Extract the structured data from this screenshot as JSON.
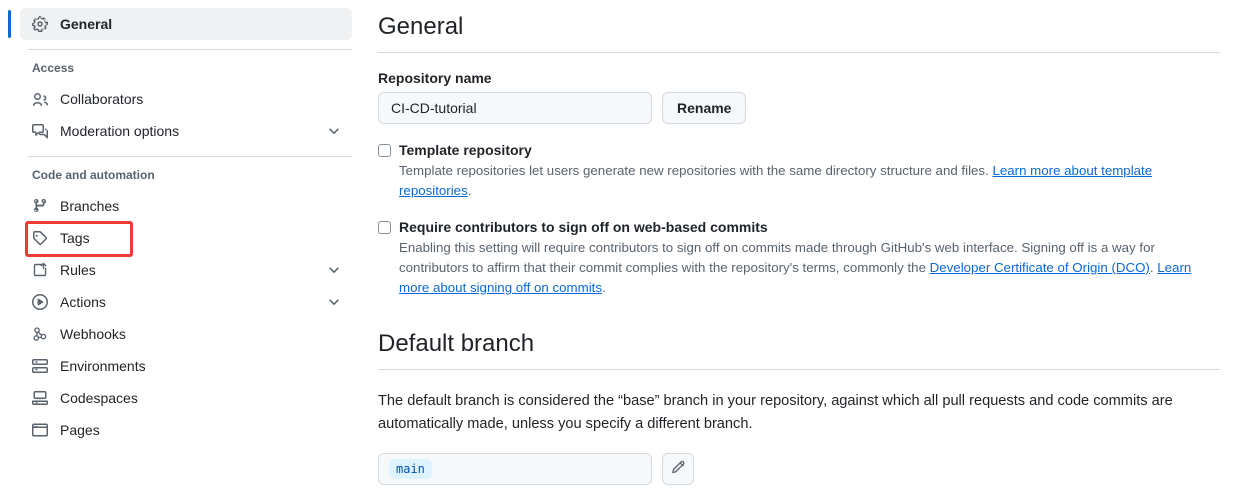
{
  "sidebar": {
    "primary": [
      {
        "label": "General",
        "icon": "gear-icon",
        "active": true,
        "chevron": false
      }
    ],
    "groups": [
      {
        "title": "Access",
        "items": [
          {
            "label": "Collaborators",
            "icon": "people-icon",
            "chevron": false
          },
          {
            "label": "Moderation options",
            "icon": "comment-discussion-icon",
            "chevron": true
          }
        ]
      },
      {
        "title": "Code and automation",
        "items": [
          {
            "label": "Branches",
            "icon": "git-branch-icon",
            "chevron": false,
            "highlighted": true
          },
          {
            "label": "Tags",
            "icon": "tag-icon",
            "chevron": false
          },
          {
            "label": "Rules",
            "icon": "rules-icon",
            "chevron": true
          },
          {
            "label": "Actions",
            "icon": "play-icon",
            "chevron": true
          },
          {
            "label": "Webhooks",
            "icon": "webhook-icon",
            "chevron": false
          },
          {
            "label": "Environments",
            "icon": "server-icon",
            "chevron": false
          },
          {
            "label": "Codespaces",
            "icon": "codespaces-icon",
            "chevron": false
          },
          {
            "label": "Pages",
            "icon": "browser-icon",
            "chevron": false
          }
        ]
      }
    ],
    "annotation_color": "#f03a33"
  },
  "main": {
    "general": {
      "heading": "General",
      "repository_name_label": "Repository name",
      "repository_name_value": "CI-CD-tutorial",
      "repository_name_placeholder": "Repository name",
      "rename_button": "Rename",
      "template_repository": {
        "title": "Template repository",
        "checked": false,
        "description_before": "Template repositories let users generate new repositories with the same directory structure and files. ",
        "link_text": "Learn more about template repositories",
        "description_after": "."
      },
      "signoff": {
        "title": "Require contributors to sign off on web-based commits",
        "checked": false,
        "description_1": "Enabling this setting will require contributors to sign off on commits made through GitHub's web interface. Signing off is a way for contributors to affirm that their commit complies with the repository's terms, commonly the ",
        "link_1": "Developer Certificate of Origin (DCO)",
        "description_2": ". ",
        "link_2": "Learn more about signing off on commits",
        "description_3": "."
      }
    },
    "default_branch": {
      "heading": "Default branch",
      "description": "The default branch is considered the “base” branch in your repository, against which all pull requests and code commits are automatically made, unless you specify a different branch.",
      "branch_name": "main",
      "edit_icon": "pencil-icon"
    }
  },
  "colors": {
    "accent": "#0969da",
    "link": "#0969da",
    "muted": "#59636e",
    "border": "#d1d9e0",
    "surface": "#f6f8fa",
    "annotation": "#f03a33",
    "chip_bg": "#ddf4ff",
    "chip_text": "#0550ae"
  }
}
